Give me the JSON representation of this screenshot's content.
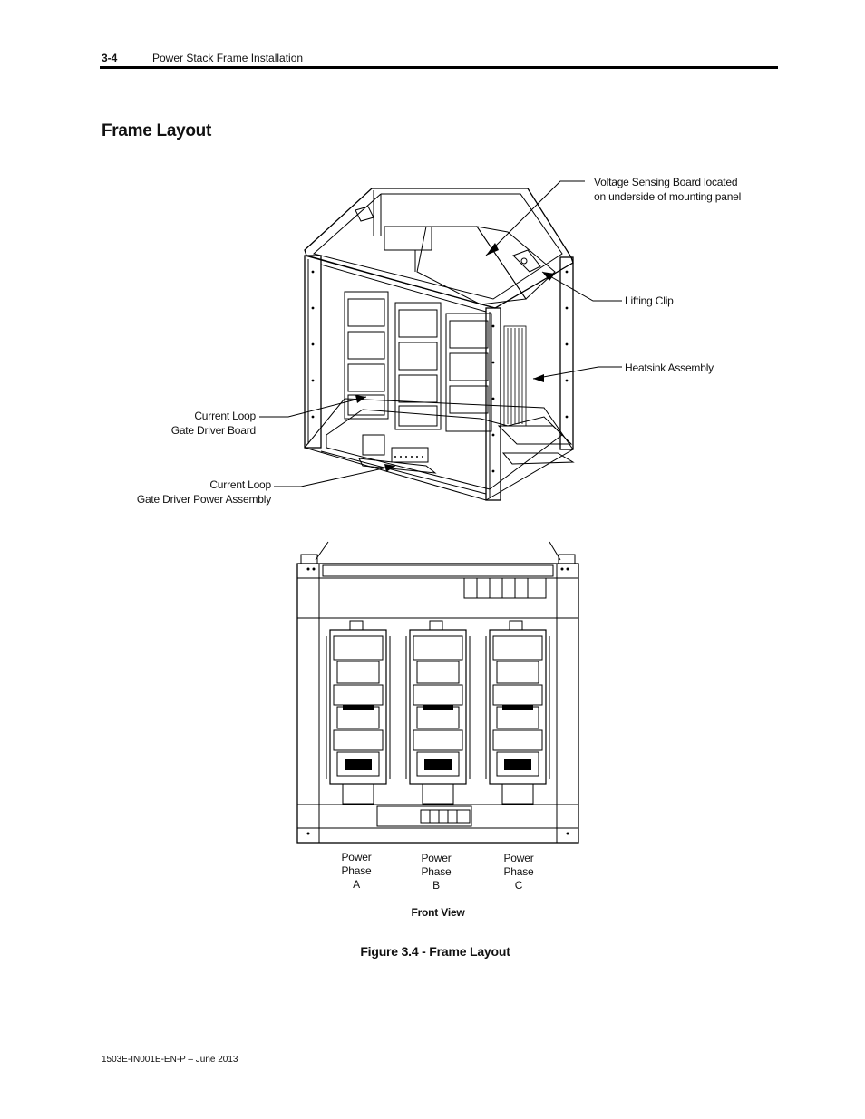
{
  "header": {
    "page_number": "3-4",
    "chapter_title": "Power Stack Frame Installation"
  },
  "section_title": "Frame Layout",
  "iso_view": {
    "callouts": {
      "voltage_sensing_1": "Voltage Sensing Board located",
      "voltage_sensing_2": "on underside of mounting panel",
      "lifting_clip": "Lifting Clip",
      "heatsink_assembly": "Heatsink Assembly",
      "gate_driver_board_1": "Current Loop",
      "gate_driver_board_2": "Gate Driver Board",
      "gate_driver_power_1": "Current Loop",
      "gate_driver_power_2": "Gate Driver Power Assembly"
    }
  },
  "front_view": {
    "phases": [
      {
        "line1": "Power",
        "line2": "Phase",
        "line3": "A"
      },
      {
        "line1": "Power",
        "line2": "Phase",
        "line3": "B"
      },
      {
        "line1": "Power",
        "line2": "Phase",
        "line3": "C"
      }
    ],
    "view_label": "Front View"
  },
  "figure_caption": "Figure 3.4 - Frame Layout",
  "footer": {
    "doc_id": "1503E-IN001E-EN-P – June 2013"
  }
}
